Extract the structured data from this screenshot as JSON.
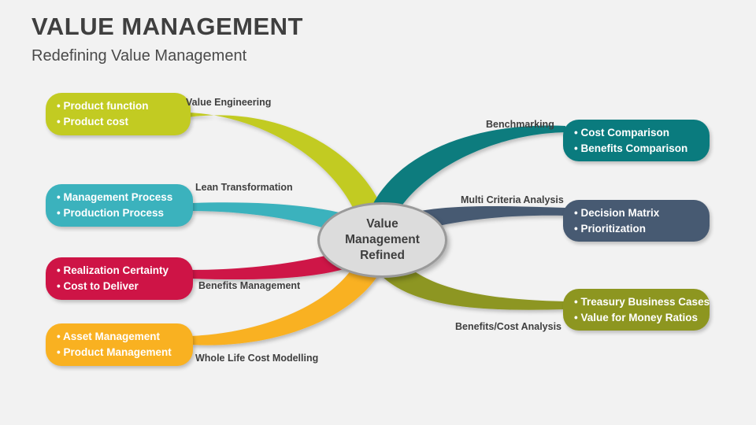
{
  "header": {
    "title": "VALUE MANAGEMENT",
    "subtitle": "Redefining Value Management"
  },
  "center": {
    "line1": "Value",
    "line2": "Management",
    "line3": "Refined",
    "fill": "#dcdcdc",
    "stroke": "#9a9a9a"
  },
  "colors": {
    "background": "#f2f2f2",
    "yellow_green": "#c2cb22",
    "cyan_teal": "#3bb2bd",
    "crimson": "#ce1446",
    "orange": "#f9b121",
    "dark_teal": "#0a7b7e",
    "slate_blue": "#475a72",
    "olive": "#8d9620",
    "label_text": "#3f3f3f",
    "node_text": "#ffffff"
  },
  "branches": [
    {
      "id": "value-engineering",
      "side": "left",
      "label": "Value Engineering",
      "color": "#c2cb22",
      "items": [
        "Product function",
        "Product cost"
      ]
    },
    {
      "id": "lean-transformation",
      "side": "left",
      "label": "Lean Transformation",
      "color": "#3bb2bd",
      "items": [
        "Management Process",
        "Production Process"
      ]
    },
    {
      "id": "benefits-management",
      "side": "left",
      "label": "Benefits Management",
      "color": "#ce1446",
      "items": [
        "Realization Certainty",
        "Cost to Deliver"
      ]
    },
    {
      "id": "whole-life-cost-modelling",
      "side": "left",
      "label": "Whole Life Cost Modelling",
      "color": "#f9b121",
      "items": [
        "Asset Management",
        "Product Management"
      ]
    },
    {
      "id": "benchmarking",
      "side": "right",
      "label": "Benchmarking",
      "color": "#0a7b7e",
      "items": [
        "Cost Comparison",
        "Benefits Comparison"
      ]
    },
    {
      "id": "multi-criteria-analysis",
      "side": "right",
      "label": "Multi Criteria Analysis",
      "color": "#475a72",
      "items": [
        "Decision Matrix",
        "Prioritization"
      ]
    },
    {
      "id": "benefits-cost-analysis",
      "side": "right",
      "label": "Benefits/Cost Analysis",
      "color": "#8d9620",
      "items": [
        "Treasury Business Cases",
        "Value for Money Ratios"
      ]
    }
  ]
}
